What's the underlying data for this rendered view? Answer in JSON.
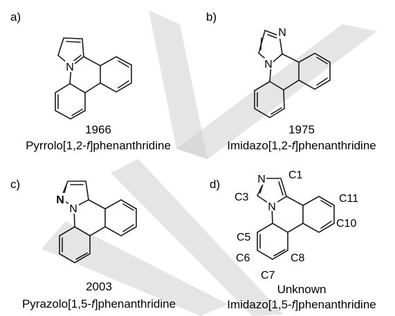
{
  "colors": {
    "bond": "#1a1a1a",
    "watermark": "#d0d0d0",
    "background": "#ffffff"
  },
  "panels": [
    {
      "label": "a)",
      "year": "1966",
      "name_pre": "Pyrrolo[1,2-",
      "name_italic": "f",
      "name_post": "]phenanthridine",
      "atoms": [
        "N"
      ]
    },
    {
      "label": "b)",
      "year": "1975",
      "name_pre": "Imidazo[1,2-",
      "name_italic": "f",
      "name_post": "]phenanthridine",
      "atoms": [
        "N",
        "N"
      ]
    },
    {
      "label": "c)",
      "year": "2003",
      "name_pre": "Pyrazolo[1,5-",
      "name_italic": "f",
      "name_post": "]phenanthridine",
      "atoms": [
        "N",
        "N"
      ]
    },
    {
      "label": "d)",
      "year": "Unknown",
      "name_pre": "Imidazo[1,5-",
      "name_italic": "f",
      "name_post": "]phenanthridine",
      "atoms": [
        "N",
        "N"
      ],
      "numbering": [
        "C1",
        "C3",
        "C5",
        "C6",
        "C7",
        "C8",
        "C10",
        "C11"
      ]
    }
  ]
}
